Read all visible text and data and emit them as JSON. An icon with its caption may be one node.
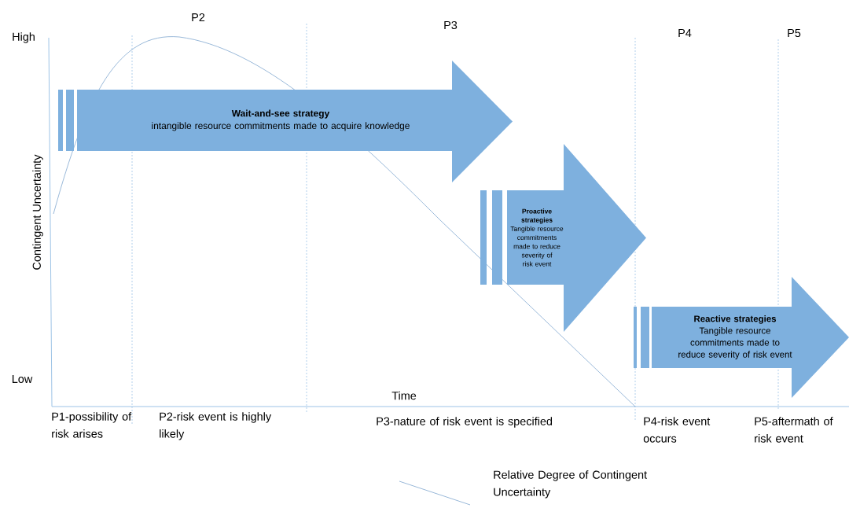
{
  "diagram": {
    "nodes": [
      {
        "text": [
          "Wait-and-see strategy",
          "intangible resource commitments made to acquire knowledge"
        ]
      },
      {
        "text": [
          "Proactive strategies",
          "Tangible resource commitments made to reduce severity of risk event"
        ]
      },
      {
        "text": [
          "Reactive strategies",
          "Tangible resource commitments made to reduce severity of risk event"
        ]
      }
    ],
    "labels": [
      "P2",
      "P3",
      "P4",
      "P5",
      "High",
      "Contingent Uncertainty",
      "Low",
      "Time",
      "P1-possibility of risk arises",
      "P2-risk event is highly likely",
      "P3-nature of risk event is specified",
      "P4-risk event occurs",
      "P5-aftermath of risk event"
    ],
    "legend": [
      {
        "text": "Relative Degree of Contingent Uncertainty"
      }
    ]
  }
}
